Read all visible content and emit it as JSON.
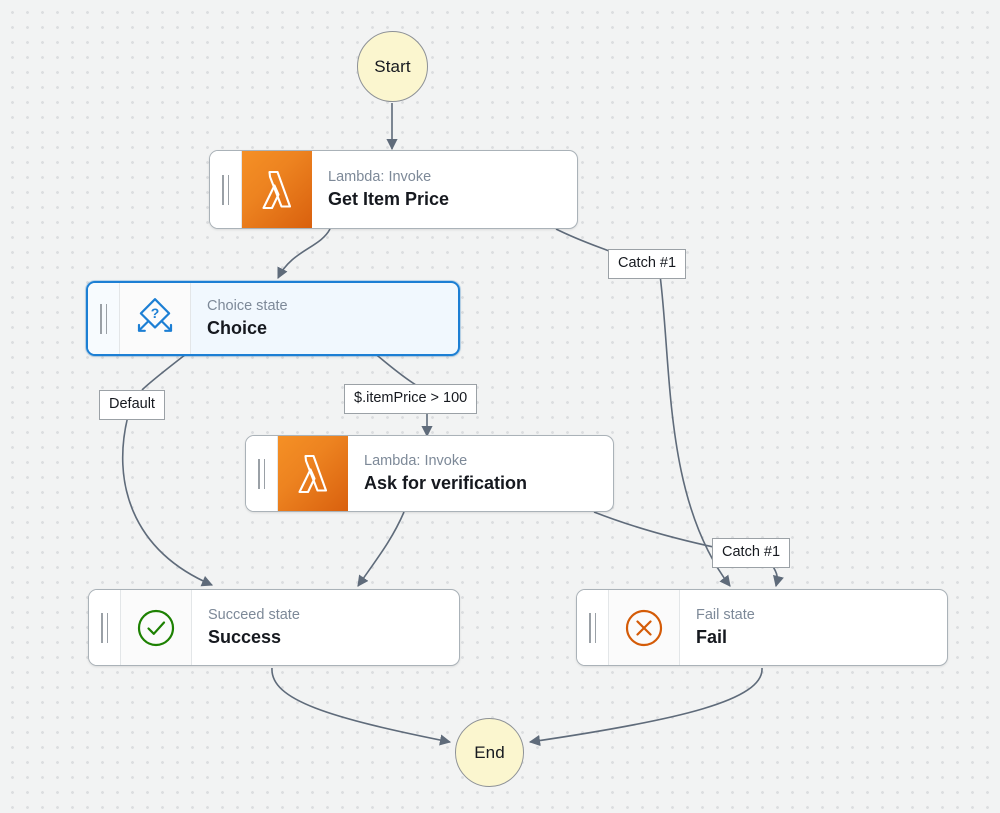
{
  "diagram": {
    "type": "aws-step-functions-workflow",
    "background": "#f2f3f3",
    "grid": "dotted",
    "start": {
      "label": "Start"
    },
    "end": {
      "label": "End"
    },
    "nodes": [
      {
        "id": "get-item-price",
        "subtitle": "Lambda: Invoke",
        "title": "Get Item Price",
        "icon": "aws-lambda-icon",
        "accent": "#ed8320",
        "selected": false
      },
      {
        "id": "choice",
        "subtitle": "Choice state",
        "title": "Choice",
        "icon": "choice-diamond-icon",
        "accent": "#1c7fd4",
        "selected": true
      },
      {
        "id": "ask-for-verification",
        "subtitle": "Lambda: Invoke",
        "title": "Ask for verification",
        "icon": "aws-lambda-icon",
        "accent": "#ed8320",
        "selected": false
      },
      {
        "id": "success",
        "subtitle": "Succeed state",
        "title": "Success",
        "icon": "check-circle-icon",
        "accent": "#1d8102",
        "selected": false
      },
      {
        "id": "fail",
        "subtitle": "Fail state",
        "title": "Fail",
        "icon": "x-circle-icon",
        "accent": "#d45b07",
        "selected": false
      }
    ],
    "edge_labels": [
      {
        "id": "catch-top",
        "text": "Catch #1"
      },
      {
        "id": "default",
        "text": "Default"
      },
      {
        "id": "condition",
        "text": "$.itemPrice > 100"
      },
      {
        "id": "catch-bottom",
        "text": "Catch #1"
      }
    ]
  }
}
